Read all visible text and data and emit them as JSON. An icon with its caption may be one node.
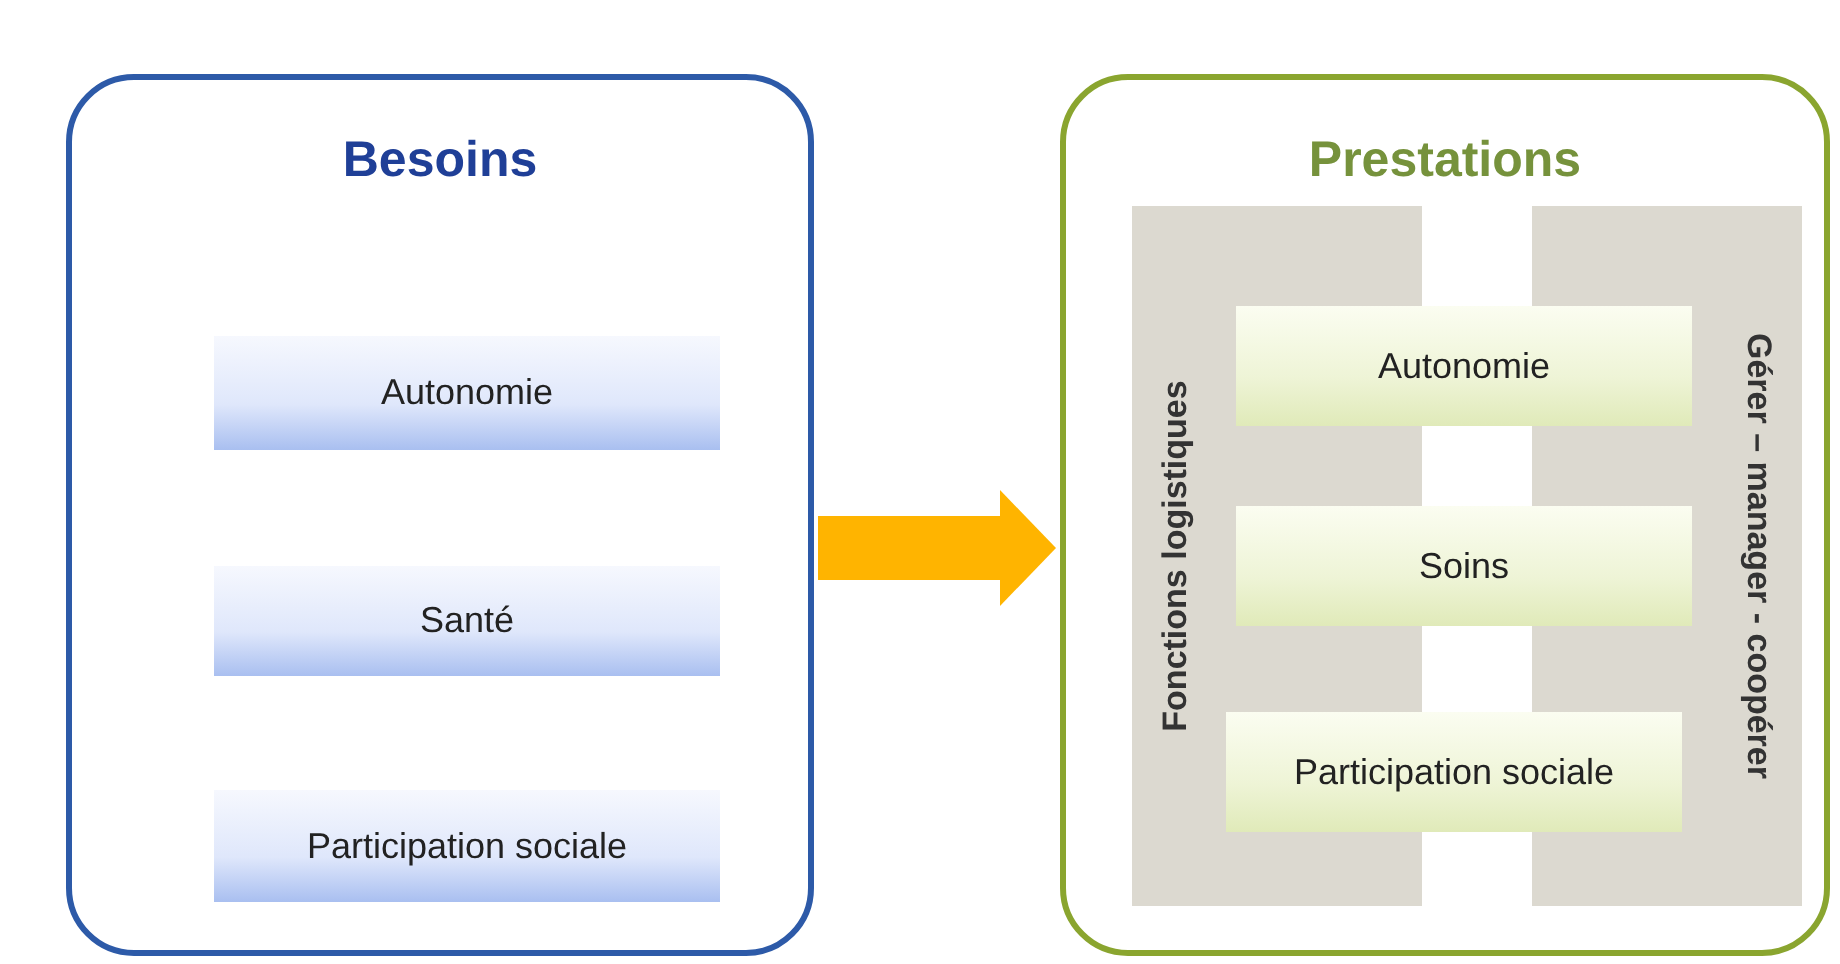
{
  "diagram": {
    "nodes": [
      {
        "text": [
          "Besoins"
        ]
      },
      {
        "text": [
          "Autonomie"
        ],
        "in": 0
      },
      {
        "text": [
          "Santé"
        ],
        "in": 0
      },
      {
        "text": [
          "Participation sociale"
        ],
        "in": 0
      },
      {
        "text": [
          "Prestations"
        ]
      },
      {
        "text": [
          "Fonctions logistiques"
        ],
        "in": 4
      },
      {
        "text": [
          "Gérer – manager - coopérer"
        ],
        "in": 4
      },
      {
        "text": [
          "Autonomie"
        ],
        "in": 4
      },
      {
        "text": [
          "Soins"
        ],
        "in": 4
      },
      {
        "text": [
          "Participation sociale"
        ],
        "in": 4
      }
    ],
    "edges": [
      {
        "from": 0,
        "to": 4,
        "arrow": "to",
        "color": "#ffb400"
      }
    ]
  }
}
